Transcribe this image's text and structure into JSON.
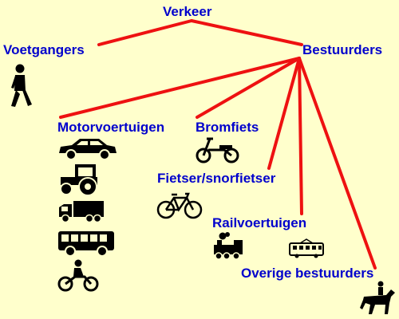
{
  "root": {
    "label": "Verkeer"
  },
  "nodes": {
    "voetgangers": "Voetgangers",
    "bestuurders": "Bestuurders",
    "motorvoertuigen": "Motorvoertuigen",
    "bromfiets": "Bromfiets",
    "fietser": "Fietser/snorfietser",
    "railvoertuigen": "Railvoertuigen",
    "overige": "Overige bestuurders"
  },
  "edges": [
    [
      "Verkeer",
      "Voetgangers"
    ],
    [
      "Verkeer",
      "Bestuurders"
    ],
    [
      "Bestuurders",
      "Motorvoertuigen"
    ],
    [
      "Bestuurders",
      "Bromfiets"
    ],
    [
      "Bestuurders",
      "Fietser/snorfietser"
    ],
    [
      "Bestuurders",
      "Railvoertuigen"
    ],
    [
      "Bestuurders",
      "Overige bestuurders"
    ]
  ],
  "colors": {
    "edge": "#ee1111",
    "label": "#0000cc",
    "background": "#ffffcc",
    "icon": "#000000"
  },
  "icons": [
    "pedestrian-icon",
    "car-icon",
    "tractor-icon",
    "truck-icon",
    "bus-icon",
    "motorcyclist-icon",
    "moped-icon",
    "bicycle-icon",
    "steam-train-icon",
    "tram-icon",
    "horse-rider-icon"
  ]
}
